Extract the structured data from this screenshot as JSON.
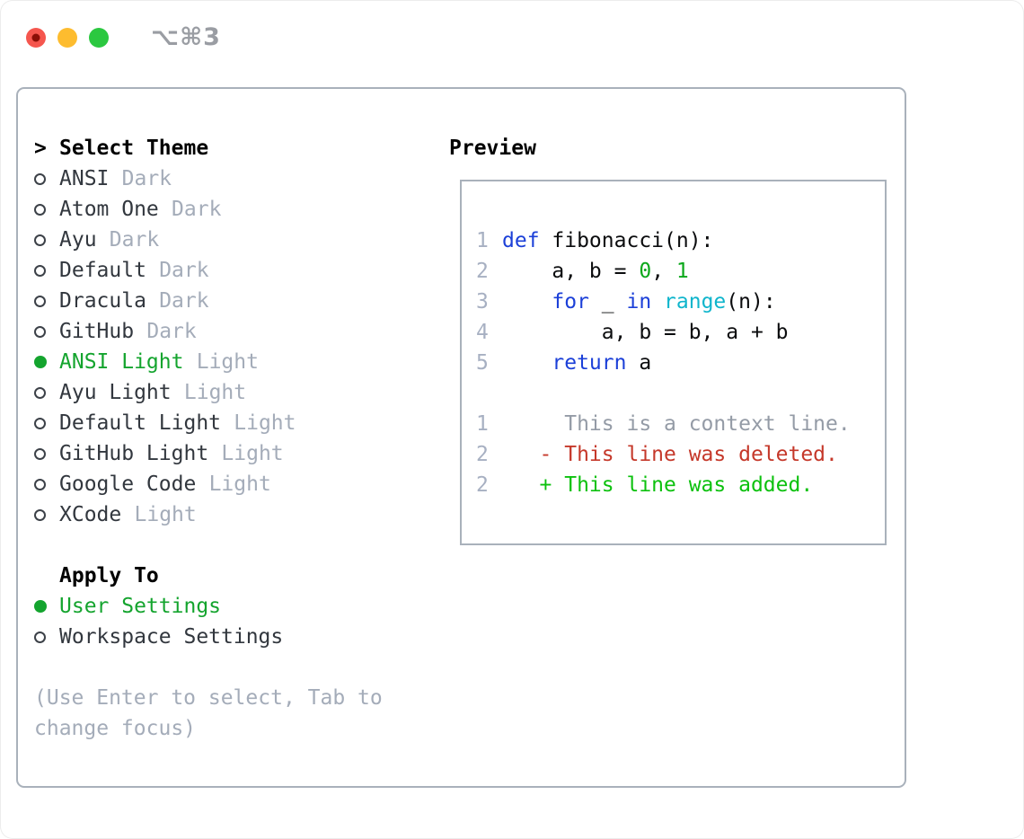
{
  "window": {
    "title_shortcut": "⌥⌘3"
  },
  "palette": {
    "traffic_red": "#f5564e",
    "traffic_red_dot": "#8b0f07",
    "traffic_yellow": "#fdbc2f",
    "traffic_green": "#2bc840",
    "border_gray": "#a9b1bb",
    "gray_title": "#9a9da3",
    "gray_muted": "#a4acb9",
    "gray_gutter": "#a7b0c2",
    "gray_context": "#949ba6",
    "item_ink": "#32373e",
    "ink": "#0b0c0e",
    "green_select": "#14a42e",
    "green_bright": "#0cc10e",
    "green_number": "#0ca81b",
    "red_deleted": "#c5382a",
    "blue_keyword": "#1c40d8",
    "cyan_builtin": "#0fb5cc"
  },
  "theme_picker": {
    "prompt": ">",
    "title": "Select Theme",
    "themes": [
      {
        "name": "ANSI",
        "variant": "Dark",
        "selected": false
      },
      {
        "name": "Atom One",
        "variant": "Dark",
        "selected": false
      },
      {
        "name": "Ayu",
        "variant": "Dark",
        "selected": false
      },
      {
        "name": "Default",
        "variant": "Dark",
        "selected": false
      },
      {
        "name": "Dracula",
        "variant": "Dark",
        "selected": false
      },
      {
        "name": "GitHub",
        "variant": "Dark",
        "selected": false
      },
      {
        "name": "ANSI Light",
        "variant": "Light",
        "selected": true
      },
      {
        "name": "Ayu Light",
        "variant": "Light",
        "selected": false
      },
      {
        "name": "Default Light",
        "variant": "Light",
        "selected": false
      },
      {
        "name": "GitHub Light",
        "variant": "Light",
        "selected": false
      },
      {
        "name": "Google Code",
        "variant": "Light",
        "selected": false
      },
      {
        "name": "XCode",
        "variant": "Light",
        "selected": false
      }
    ],
    "apply_to": {
      "title": "Apply To",
      "options": [
        {
          "label": "User Settings",
          "selected": true
        },
        {
          "label": "Workspace Settings",
          "selected": false
        }
      ]
    },
    "hint": "(Use Enter to select, Tab to change focus)"
  },
  "preview": {
    "title": "Preview",
    "code_lines": [
      {
        "num": "1",
        "tokens": [
          {
            "text": "def",
            "color": "keyword"
          },
          {
            "text": " fibonacci(n):",
            "color": "plain"
          }
        ]
      },
      {
        "num": "2",
        "tokens": [
          {
            "text": "    a, b = ",
            "color": "plain"
          },
          {
            "text": "0",
            "color": "number"
          },
          {
            "text": ", ",
            "color": "plain"
          },
          {
            "text": "1",
            "color": "number"
          }
        ]
      },
      {
        "num": "3",
        "tokens": [
          {
            "text": "    ",
            "color": "plain"
          },
          {
            "text": "for",
            "color": "keyword"
          },
          {
            "text": " _ ",
            "color": "plain"
          },
          {
            "text": "in",
            "color": "keyword"
          },
          {
            "text": " ",
            "color": "plain"
          },
          {
            "text": "range",
            "color": "builtin"
          },
          {
            "text": "(n):",
            "color": "plain"
          }
        ]
      },
      {
        "num": "4",
        "tokens": [
          {
            "text": "        a, b = b, a + b",
            "color": "plain"
          }
        ]
      },
      {
        "num": "5",
        "tokens": [
          {
            "text": "    ",
            "color": "plain"
          },
          {
            "text": "return",
            "color": "keyword"
          },
          {
            "text": " a",
            "color": "plain"
          }
        ]
      },
      {
        "num": "",
        "tokens": []
      },
      {
        "num": "1",
        "tokens": [
          {
            "text": "     This is a context line.",
            "color": "context"
          }
        ]
      },
      {
        "num": "2",
        "tokens": [
          {
            "text": "   - This line was deleted.",
            "color": "deleted"
          }
        ]
      },
      {
        "num": "2",
        "tokens": [
          {
            "text": "   + This line was added.",
            "color": "added"
          }
        ]
      }
    ]
  }
}
